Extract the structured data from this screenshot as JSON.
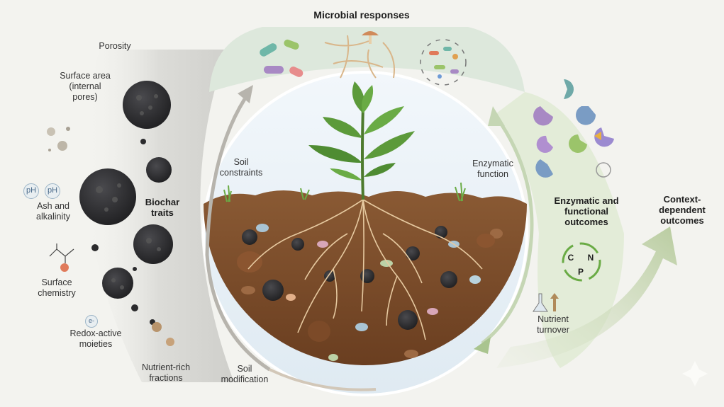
{
  "title": "Microbial responses",
  "left_panel": {
    "heading": "Biochar\ntraits",
    "items": [
      "Porosity",
      "Surface area\n(internal\npores)",
      "Ash and\nalkalinity",
      "Surface\nchemistry",
      "Redox-active\nmoieties",
      "Nutrient-rich\nfractions"
    ],
    "ph_badges": [
      "pH",
      "pH"
    ],
    "electron_badge": "e-"
  },
  "center_labels": {
    "soil_constraints": "Soil\nconstraints",
    "enzymatic_function": "Enzymatic\nfunction",
    "soil_modification": "Soil\nmodification"
  },
  "right_panel": {
    "heading": "Enzymatic and\nfunctional\noutcomes",
    "cycle_letters": [
      "C",
      "N",
      "P"
    ],
    "nutrient_turnover": "Nutrient\nturnover"
  },
  "context_outcomes": "Context-\ndependent\noutcomes",
  "colors": {
    "background": "#f3f3ef",
    "biochar": "#2b2b2d",
    "soil": "#7a4a2a",
    "leaf": "#5c9a3a",
    "microbe_band": "#dde8dc",
    "enzyme_band": "#e3ecd8"
  }
}
